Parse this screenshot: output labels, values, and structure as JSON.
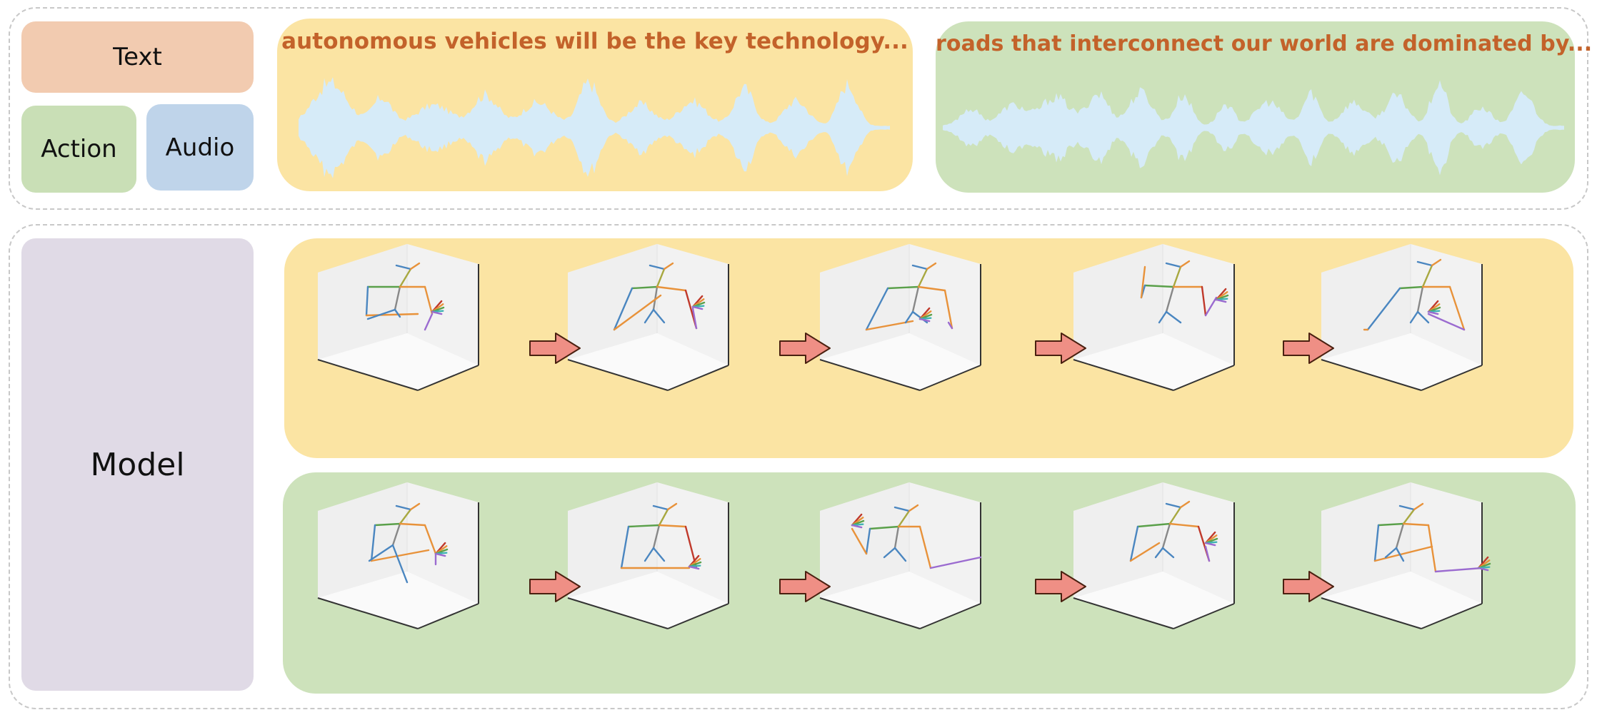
{
  "legend": {
    "text_label": "Text",
    "action_label": "Action",
    "audio_label": "Audio"
  },
  "model_label": "Model",
  "panels": {
    "top_left_caption": "autonomous vehicles will be the key technology...",
    "top_right_caption": "roads that interconnect our world are dominated by..."
  },
  "colors": {
    "text_block": "#f2cbb0",
    "action_block": "#c9dfb6",
    "audio_block": "#bfd4ea",
    "model_block": "#e0dae6",
    "yellow_panel": "#fbe4a3",
    "green_panel": "#cde2bb",
    "wave": "#d6ebf8",
    "arrow": "#ef8f85",
    "caption": "#c3622a"
  },
  "icons": {
    "arrow": "right-arrow-icon",
    "frame": "skeleton-pose-frame",
    "wave": "audio-waveform"
  },
  "sequences": {
    "top_row_frames": 5,
    "bottom_row_frames": 5
  }
}
